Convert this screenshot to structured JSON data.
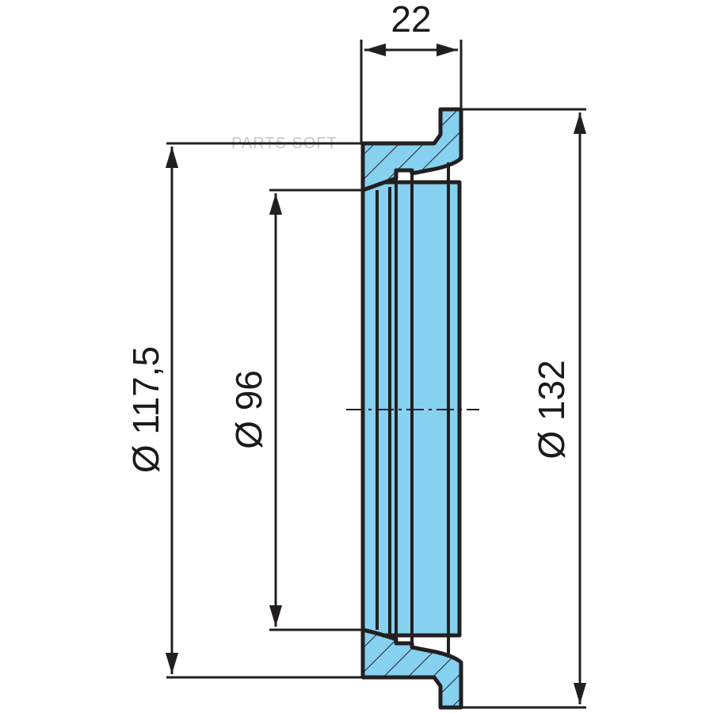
{
  "watermark": "PARTS SOFT",
  "dimensions": {
    "width": "22",
    "outer_diameter": "Ø 132",
    "seat_diameter": "Ø 117,5",
    "inner_diameter": "Ø 96"
  },
  "colors": {
    "part_fill": "#86d0f0",
    "line": "#231f20"
  }
}
